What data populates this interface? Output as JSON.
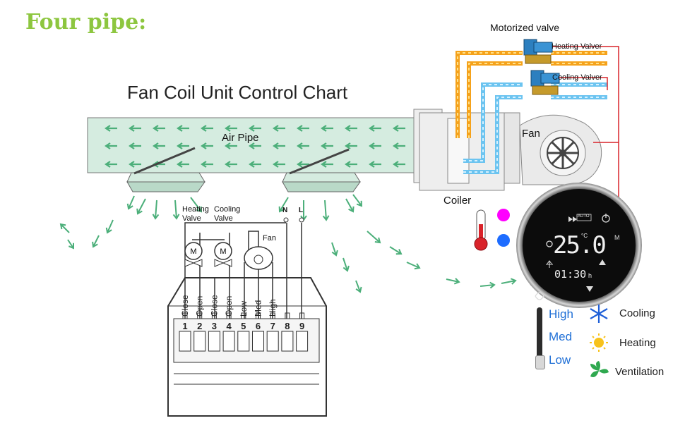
{
  "heading": "Four pipe:",
  "chart_title": "Fan Coil Unit Control Chart",
  "labels": {
    "motorized_valve": "Motorized valve",
    "heating_valve_top": "Heating Valver",
    "cooling_valve_top": "Cooling Valver",
    "air_pipe": "Air Pipe",
    "fan": "Fan",
    "coiler": "Coiler",
    "wiring_heating_valve": "Heating\nValve",
    "wiring_cooling_valve": "Cooling\nValve",
    "wiring_fan": "Fan",
    "neutral": "N",
    "live": "L"
  },
  "terminals": {
    "numbers": [
      "1",
      "2",
      "3",
      "4",
      "5",
      "6",
      "7",
      "8",
      "9"
    ],
    "functions": [
      "Close",
      "Open",
      "Close",
      "Open",
      "Low",
      "Med",
      "High"
    ]
  },
  "thermostat": {
    "temperature": "25.0",
    "unit": "°C",
    "time": "01:30",
    "time_suffix": "h",
    "auto_tag": "AUTO"
  },
  "fan_speeds": [
    "High",
    "Med",
    "Low"
  ],
  "legend": {
    "cooling": "Cooling",
    "heating": "Heating",
    "ventilation": "Ventilation"
  },
  "colors": {
    "heading": "#8dc63f",
    "heating_pipe": "#f5a21b",
    "cooling_pipe": "#6cc4f0",
    "airflow": "#4caf7a",
    "control_wire": "#d9232a",
    "fan_speed_text": "#1f6fd6",
    "heat_dot": "#ff00ff",
    "cool_dot": "#1d6cff"
  }
}
